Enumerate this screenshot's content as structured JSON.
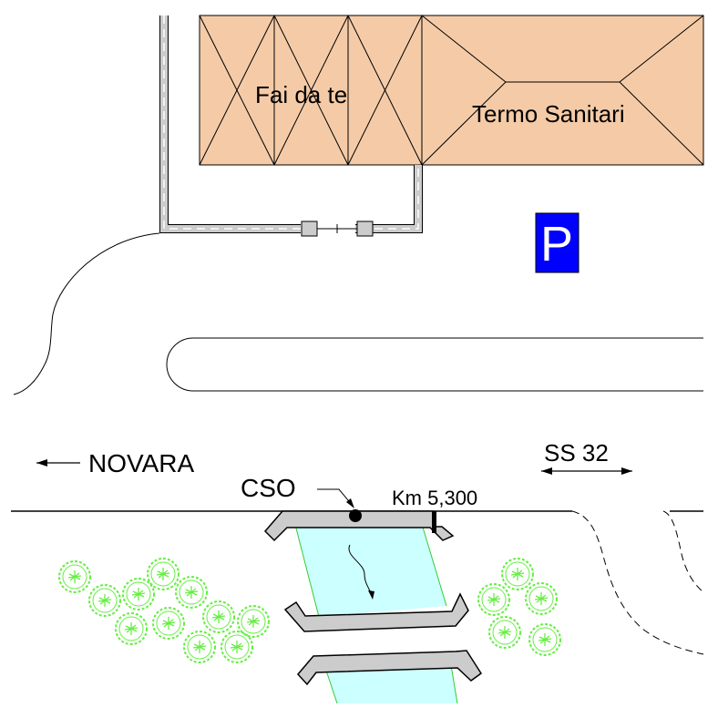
{
  "buildings": {
    "diy_store": "Fai da te",
    "plumbing_store": "Termo Sanitari"
  },
  "parking": {
    "symbol": "P",
    "color": "#0000ff"
  },
  "directions": {
    "left": "NOVARA",
    "right": "SS 32"
  },
  "culvert": {
    "label": "CSO",
    "km_label": "Km 5,300"
  },
  "colors": {
    "building_fill": "#f5cba7",
    "water_fill": "#ccffff",
    "water_edge": "#33cc33",
    "tree": "#66ee44",
    "wall": "#cccccc"
  }
}
